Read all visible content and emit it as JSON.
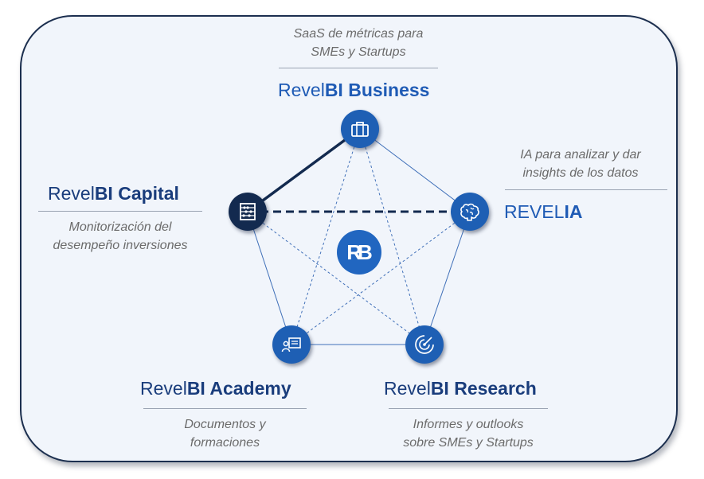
{
  "center_logo": "RB",
  "business": {
    "title_prefix": "Revel",
    "title_bold": "BI Business",
    "desc_line1": "SaaS de métricas para",
    "desc_line2": "SMEs y Startups",
    "icon": "briefcase-icon"
  },
  "revelia": {
    "title_prefix": "REVEL",
    "title_bold": "IA",
    "desc_line1": "IA para analizar y dar",
    "desc_line2": "insights de los datos",
    "icon": "brain-icon"
  },
  "capital": {
    "title_prefix": "Revel",
    "title_bold": "BI Capital",
    "desc_line1": "Monitorización del",
    "desc_line2": "desempeño inversiones",
    "icon": "abacus-icon"
  },
  "academy": {
    "title_prefix": "Revel",
    "title_bold": "BI Academy",
    "desc_line1": "Documentos y",
    "desc_line2": "formaciones",
    "icon": "presentation-icon"
  },
  "research": {
    "title_prefix": "Revel",
    "title_bold": "BI Research",
    "desc_line1": "Informes y outlooks",
    "desc_line2": "sobre SMEs y Startups",
    "icon": "radar-icon"
  },
  "colors": {
    "node_blue": "#1e5fb4",
    "node_dark": "#132a4f",
    "title_blue": "#1f5bb5",
    "title_navy": "#1a3d7c",
    "panel_bg": "#f1f5fb"
  }
}
